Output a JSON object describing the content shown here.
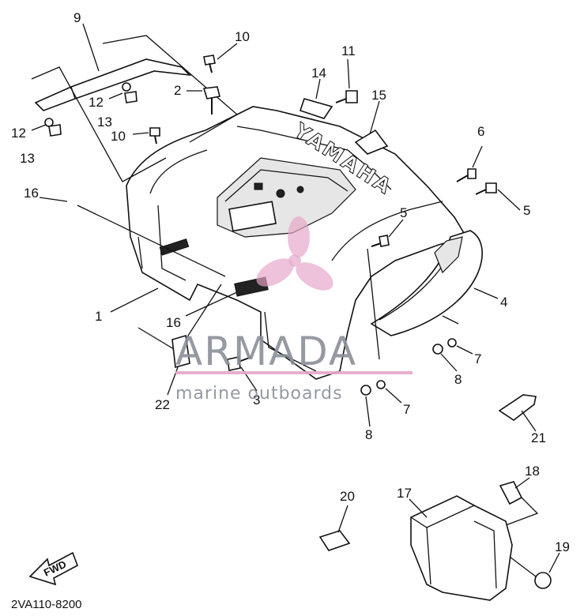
{
  "diagram": {
    "labels": [
      {
        "id": "9",
        "text": "9"
      },
      {
        "id": "10a",
        "text": "10"
      },
      {
        "id": "11",
        "text": "11"
      },
      {
        "id": "14",
        "text": "14"
      },
      {
        "id": "15",
        "text": "15"
      },
      {
        "id": "2",
        "text": "2"
      },
      {
        "id": "12a",
        "text": "12"
      },
      {
        "id": "13a",
        "text": "13"
      },
      {
        "id": "12b",
        "text": "12"
      },
      {
        "id": "13b",
        "text": "13"
      },
      {
        "id": "10b",
        "text": "10"
      },
      {
        "id": "6",
        "text": "6"
      },
      {
        "id": "16a",
        "text": "16"
      },
      {
        "id": "5a",
        "text": "5"
      },
      {
        "id": "5b",
        "text": "5"
      },
      {
        "id": "1",
        "text": "1"
      },
      {
        "id": "4",
        "text": "4"
      },
      {
        "id": "16b",
        "text": "16"
      },
      {
        "id": "7a",
        "text": "7"
      },
      {
        "id": "8a",
        "text": "8"
      },
      {
        "id": "3",
        "text": "3"
      },
      {
        "id": "22",
        "text": "22"
      },
      {
        "id": "7b",
        "text": "7"
      },
      {
        "id": "8b",
        "text": "8"
      },
      {
        "id": "21",
        "text": "21"
      },
      {
        "id": "20",
        "text": "20"
      },
      {
        "id": "17",
        "text": "17"
      },
      {
        "id": "18",
        "text": "18"
      },
      {
        "id": "19",
        "text": "19"
      }
    ],
    "fender_brand_text": "YAMAHA",
    "fwd_arrow_text": "FWD",
    "drawing_code": "2VA110-8200"
  },
  "watermark": {
    "brand": "ARMADA",
    "tagline": "marine outboards",
    "accent_color": "#e7a6c8",
    "text_color": "#8a8f98"
  }
}
